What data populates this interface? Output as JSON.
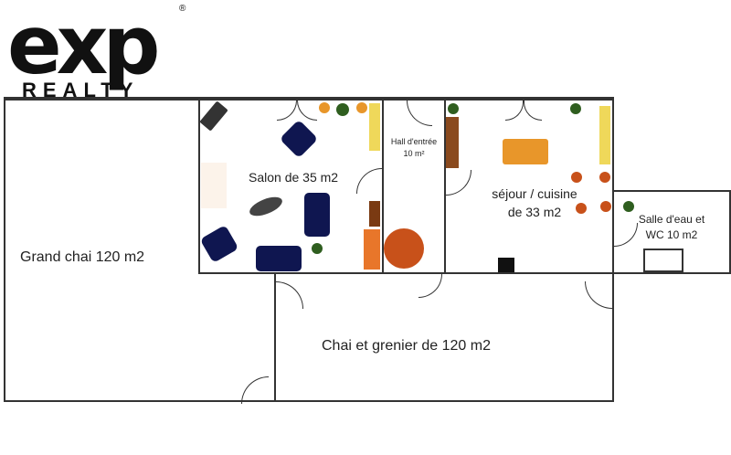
{
  "logo": {
    "brand": "exp",
    "registered": "®",
    "sub": "REALTY"
  },
  "rooms": [
    {
      "name": "grand-chai",
      "label": "Grand chai 120 m2"
    },
    {
      "name": "salon",
      "label": "Salon de  35 m2"
    },
    {
      "name": "hall",
      "label_line1": "Hall d'entrée",
      "label_line2": "10 m²"
    },
    {
      "name": "sejour",
      "label_line1": "séjour / cuisine",
      "label_line2": "de 33 m2"
    },
    {
      "name": "salle-eau",
      "label_line1": "Salle d'eau et",
      "label_line2": "WC 10 m2"
    },
    {
      "name": "chai-grenier",
      "label": "Chai  et grenier  de  120 m2"
    }
  ],
  "colors": {
    "wall": "#333333",
    "navy": "#0f1650",
    "orange": "#e8962a",
    "rust": "#c8511a",
    "yellow": "#efd85a",
    "brown": "#8a4a1e",
    "plant": "#2f5e1f"
  }
}
